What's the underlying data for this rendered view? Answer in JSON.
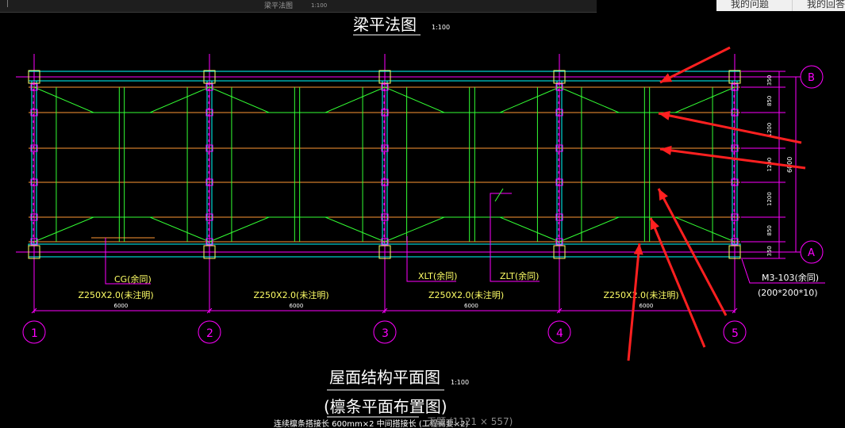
{
  "window": {
    "tab_label": "梁平法图",
    "tab_scale": "1:100",
    "right_btn1": "我的问题",
    "right_btn2": "我的回答"
  },
  "drawing": {
    "title_top": "梁平法图",
    "title_top_scale": "1:100",
    "title_bottom": "屋面结构平面图",
    "title_bottom_scale": "1:100",
    "subtitle_bottom": "(檩条平面布置图)",
    "note_bottom": "连续檩条搭接长 600mm×2  中间搭接长 (工程需要×2)",
    "status": "无题 (1121 × 557)",
    "axis_labels_x": [
      "1",
      "2",
      "3",
      "4",
      "5"
    ],
    "axis_labels_y": [
      "B",
      "A"
    ],
    "span_dims": [
      "6000",
      "6000",
      "6000",
      "6000"
    ],
    "right_dims": [
      "350",
      "850",
      "1200",
      "1200",
      "1200",
      "850",
      "350"
    ],
    "right_total": "6000",
    "labels": {
      "cg": "CG(余同)",
      "xlt": "XLT(余同)",
      "zlt": "ZLT(余同)",
      "m3": "M3-103(余同)",
      "m3_size": "(200*200*10)",
      "purlin": "Z250X2.0(未注明)"
    },
    "colors": {
      "axis": "#ff00ff",
      "beam": "#00ffff",
      "purlin": "#ff9933",
      "brace": "#33ff33",
      "column": "#ffff66",
      "text": "#ffffff",
      "arrow": "#ff2020"
    }
  }
}
